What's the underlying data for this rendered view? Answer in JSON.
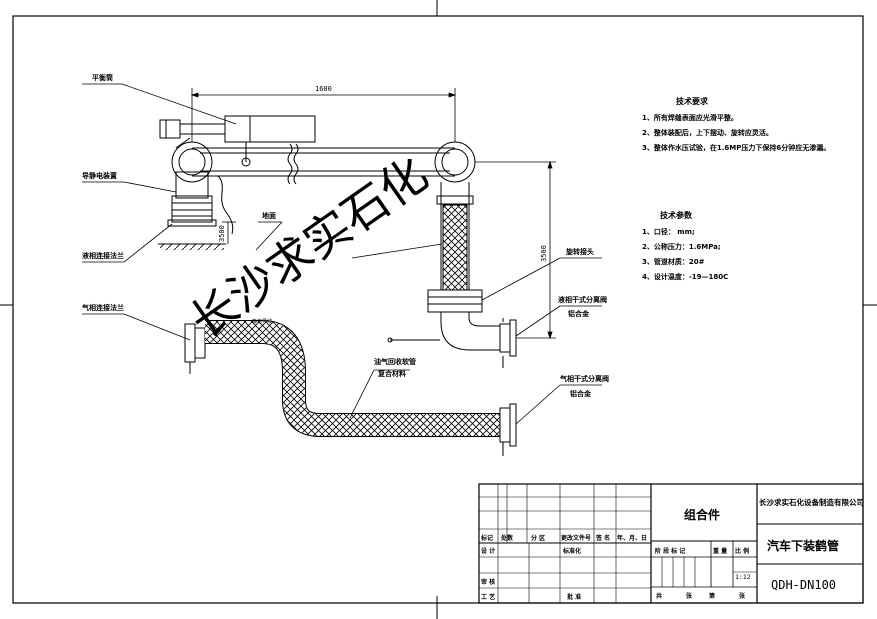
{
  "callouts": {
    "counterweight": "平衡筒",
    "guide_electric": "导静电装置",
    "liquid_flange": "液相连接法兰",
    "ground": "地面",
    "swivel": "旋转接头",
    "vapor_flange": "气相连接法兰",
    "liquid_sep_valve": "液相干式分离阀",
    "liquid_sep_material": "铝合金",
    "vapor_hose": "油气回收软管",
    "vapor_hose_material": "复合材料",
    "vapor_sep_valve": "气相干式分离阀",
    "vapor_sep_material": "铝合金",
    "small_note": "静电导线"
  },
  "dimensions": {
    "horizontal": "1600",
    "vertical_inner": "3500",
    "vertical_outer": "3500"
  },
  "watermark": "长沙求实石化",
  "tech_requirements": {
    "title": "技术要求",
    "items": [
      "1、所有焊缝表面应光滑平整。",
      "2、整体装配后，上下摆动、旋转应灵活。",
      "3、整体作水压试验，在1.6MP压力下保持6分钟应无渗漏。"
    ]
  },
  "tech_params": {
    "title": "技术参数",
    "items": [
      "1、口径：   mm;",
      "2、公称压力：1.6MPa;",
      "3、管道材质：20#",
      "4、设计温度：-19—180C"
    ]
  },
  "title_block": {
    "assembly": "组合件",
    "company": "长沙求实石化设备制造有限公司",
    "product": "汽车下装鹤管",
    "drawing_no": "QDH-DN100",
    "scale": "1:12",
    "headers": [
      "标记",
      "处数",
      "分 区",
      "更改文件号",
      "签 名",
      "年、月、日"
    ],
    "design": "设 计",
    "standard": "标准化",
    "stage_label": "阶 段 标 记",
    "weight_label": "重 量",
    "scale_label": "比 例",
    "review": "审 核",
    "process": "工 艺",
    "approve": "批 准",
    "total_label": "共",
    "sheets_label": "张",
    "page_label": "第",
    "page_suffix": "张"
  }
}
